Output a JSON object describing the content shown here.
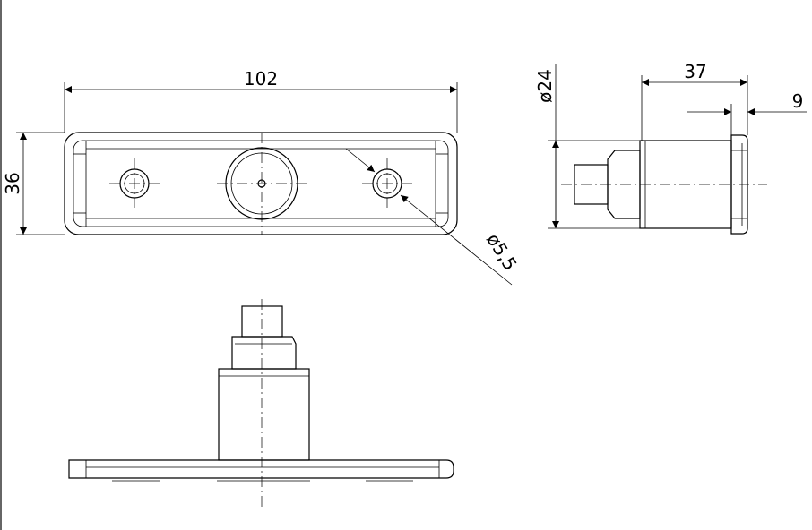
{
  "drawing": {
    "dimensions": {
      "length": "102",
      "height": "36",
      "hole_diameter": "ø5,5",
      "body_diameter": "ø24",
      "depth": "37",
      "flange": "9"
    }
  }
}
